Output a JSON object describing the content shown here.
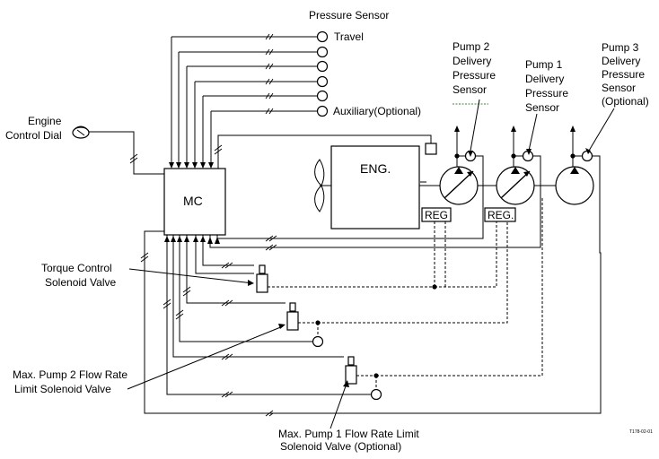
{
  "labels": {
    "pressure_sensor_title": "Pressure Sensor",
    "travel": "Travel",
    "auxiliary": "Auxiliary(Optional)",
    "engine_dial_line1": "Engine",
    "engine_dial_line2": "Control Dial",
    "mc": "MC",
    "eng": "ENG.",
    "reg_left": "REG",
    "reg_right": "REG.",
    "pump2_line1": "Pump 2",
    "pump2_line2": "Delivery",
    "pump2_line3": "Pressure",
    "pump2_line4": "Sensor",
    "pump1_line1": "Pump 1",
    "pump1_line2": "Delivery",
    "pump1_line3": "Pressure",
    "pump1_line4": "Sensor",
    "pump3_line1": "Pump 3",
    "pump3_line2": "Delivery",
    "pump3_line3": "Pressure",
    "pump3_line4": "Sensor",
    "pump3_line5": "(Optional)",
    "torque_line1": "Torque Control",
    "torque_line2": "Solenoid Valve",
    "pump2_limit_line1": "Max. Pump 2 Flow Rate",
    "pump2_limit_line2": "Limit Solenoid Valve",
    "pump1_limit_line1": "Max. Pump 1 Flow Rate Limit",
    "pump1_limit_line2": "Solenoid Valve (Optional)",
    "figure_id": "T178-02-01"
  },
  "colors": {
    "line": "#000000",
    "spellcheck_underline": "#3a8a3a"
  },
  "icons": [
    "engine-control-dial-icon",
    "fan-icon",
    "pump-icon",
    "solenoid-valve-icon",
    "sensor-port-icon"
  ]
}
